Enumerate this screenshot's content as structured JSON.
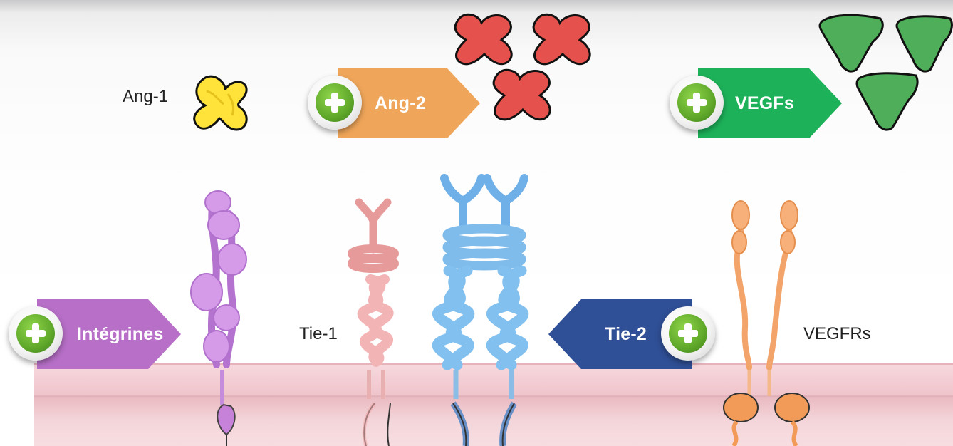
{
  "labels": {
    "ang1": "Ang-1",
    "tie1": "Tie-1",
    "vegfrs": "VEGFRs"
  },
  "banners": {
    "ang2": {
      "label": "Ang-2",
      "color": "#f0a65a"
    },
    "vegfs": {
      "label": "VEGFs",
      "color": "#1db25a"
    },
    "integrines": {
      "label": "Intégrines",
      "color": "#b76fc7"
    },
    "tie2": {
      "label": "Tie-2",
      "color": "#2f4f96"
    }
  },
  "colors": {
    "ang1_ligand": "#ffe23a",
    "ang2_ligand": "#e5524d",
    "vegf_ligand": "#4fae5a",
    "integrin": "#cf8fe4",
    "tie1_receptor": "#f2a8a8",
    "tie2_receptor": "#7db8ea",
    "vegfr": "#f5a569",
    "membrane": "#f5d3d8",
    "plus_green": "#5fa82a"
  },
  "icons": [
    "plus-icon"
  ]
}
